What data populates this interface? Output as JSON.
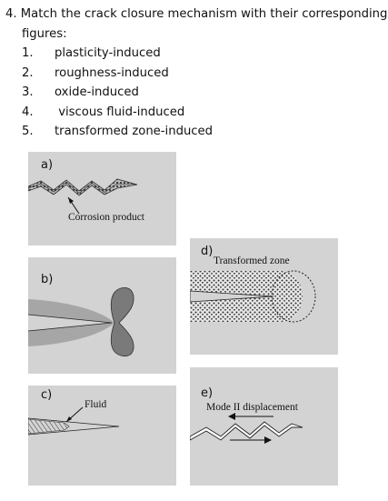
{
  "question": {
    "number": "4.",
    "line1": "Match the crack closure mechanism with their corresponding",
    "line2": "figures:",
    "options": [
      {
        "num": "1.",
        "label": "plasticity-induced"
      },
      {
        "num": "2.",
        "label": "roughness-induced"
      },
      {
        "num": "3.",
        "label": "oxide-induced"
      },
      {
        "num": "4.",
        "label": " viscous fluid-induced"
      },
      {
        "num": "5.",
        "label": "transformed zone-induced"
      }
    ]
  },
  "figures": {
    "a": {
      "label": "a)",
      "caption": "Corrosion product"
    },
    "b": {
      "label": "b)"
    },
    "c": {
      "label": "c)",
      "caption": "Fluid"
    },
    "d": {
      "label": "d)",
      "caption": "Transformed zone"
    },
    "e": {
      "label": "e)",
      "caption": "Mode II displacement"
    }
  },
  "colors": {
    "panel_bg": "#d3d3d3",
    "lobe_fill": "#7a7a7a",
    "wake_fill": "#a6a6a6"
  }
}
